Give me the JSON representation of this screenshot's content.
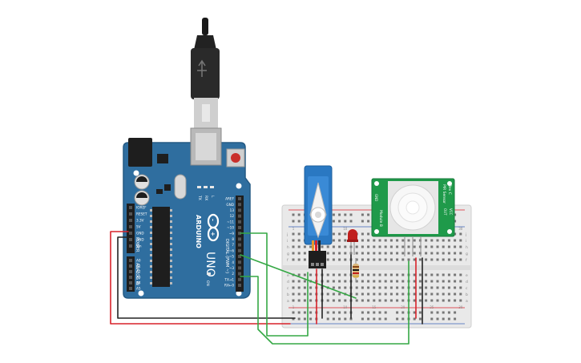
{
  "board": {
    "brand": "ARDUINO",
    "model": "UNO",
    "digital_header": "DIGITAL (PWM ~)",
    "power_header": "POWER",
    "analog_header": "ANALOG IN",
    "on_label": "ON",
    "tx_label": "TX",
    "rx_label": "RX",
    "l_label": "L",
    "digital_pins": [
      "AREF",
      "GND",
      "13",
      "12",
      "~11",
      "~10",
      "~9",
      "8",
      "7",
      "~6",
      "~5",
      "4",
      "~3",
      "2",
      "TX→1",
      "RX←0"
    ],
    "power_pins": [
      "IOREF",
      "RESET",
      "3.3V",
      "5V",
      "GND",
      "GND",
      "Vin"
    ],
    "analog_pins": [
      "A0",
      "A1",
      "A2",
      "A3",
      "A4",
      "A5"
    ]
  },
  "breadboard": {
    "row_letters_top": [
      "j",
      "i",
      "h",
      "g",
      "f"
    ],
    "row_letters_bottom": [
      "e",
      "d",
      "c",
      "b",
      "a"
    ],
    "column_numbers": [
      "1",
      "5",
      "10",
      "15",
      "20",
      "25",
      "30"
    ]
  },
  "pir": {
    "left_label": "Module B",
    "right_label_1": "PIR Sensor",
    "right_label_2": "Rev C",
    "pin_labels": [
      "GND",
      "OUT",
      "VCC"
    ]
  },
  "colors": {
    "board_blue": "#2f6e9f",
    "wire_red": "#d9222a",
    "wire_black": "#222222",
    "wire_green": "#35a845",
    "pir_green": "#1f9a4a",
    "servo_blue": "#2a78c2",
    "led_red": "#c0201e"
  }
}
